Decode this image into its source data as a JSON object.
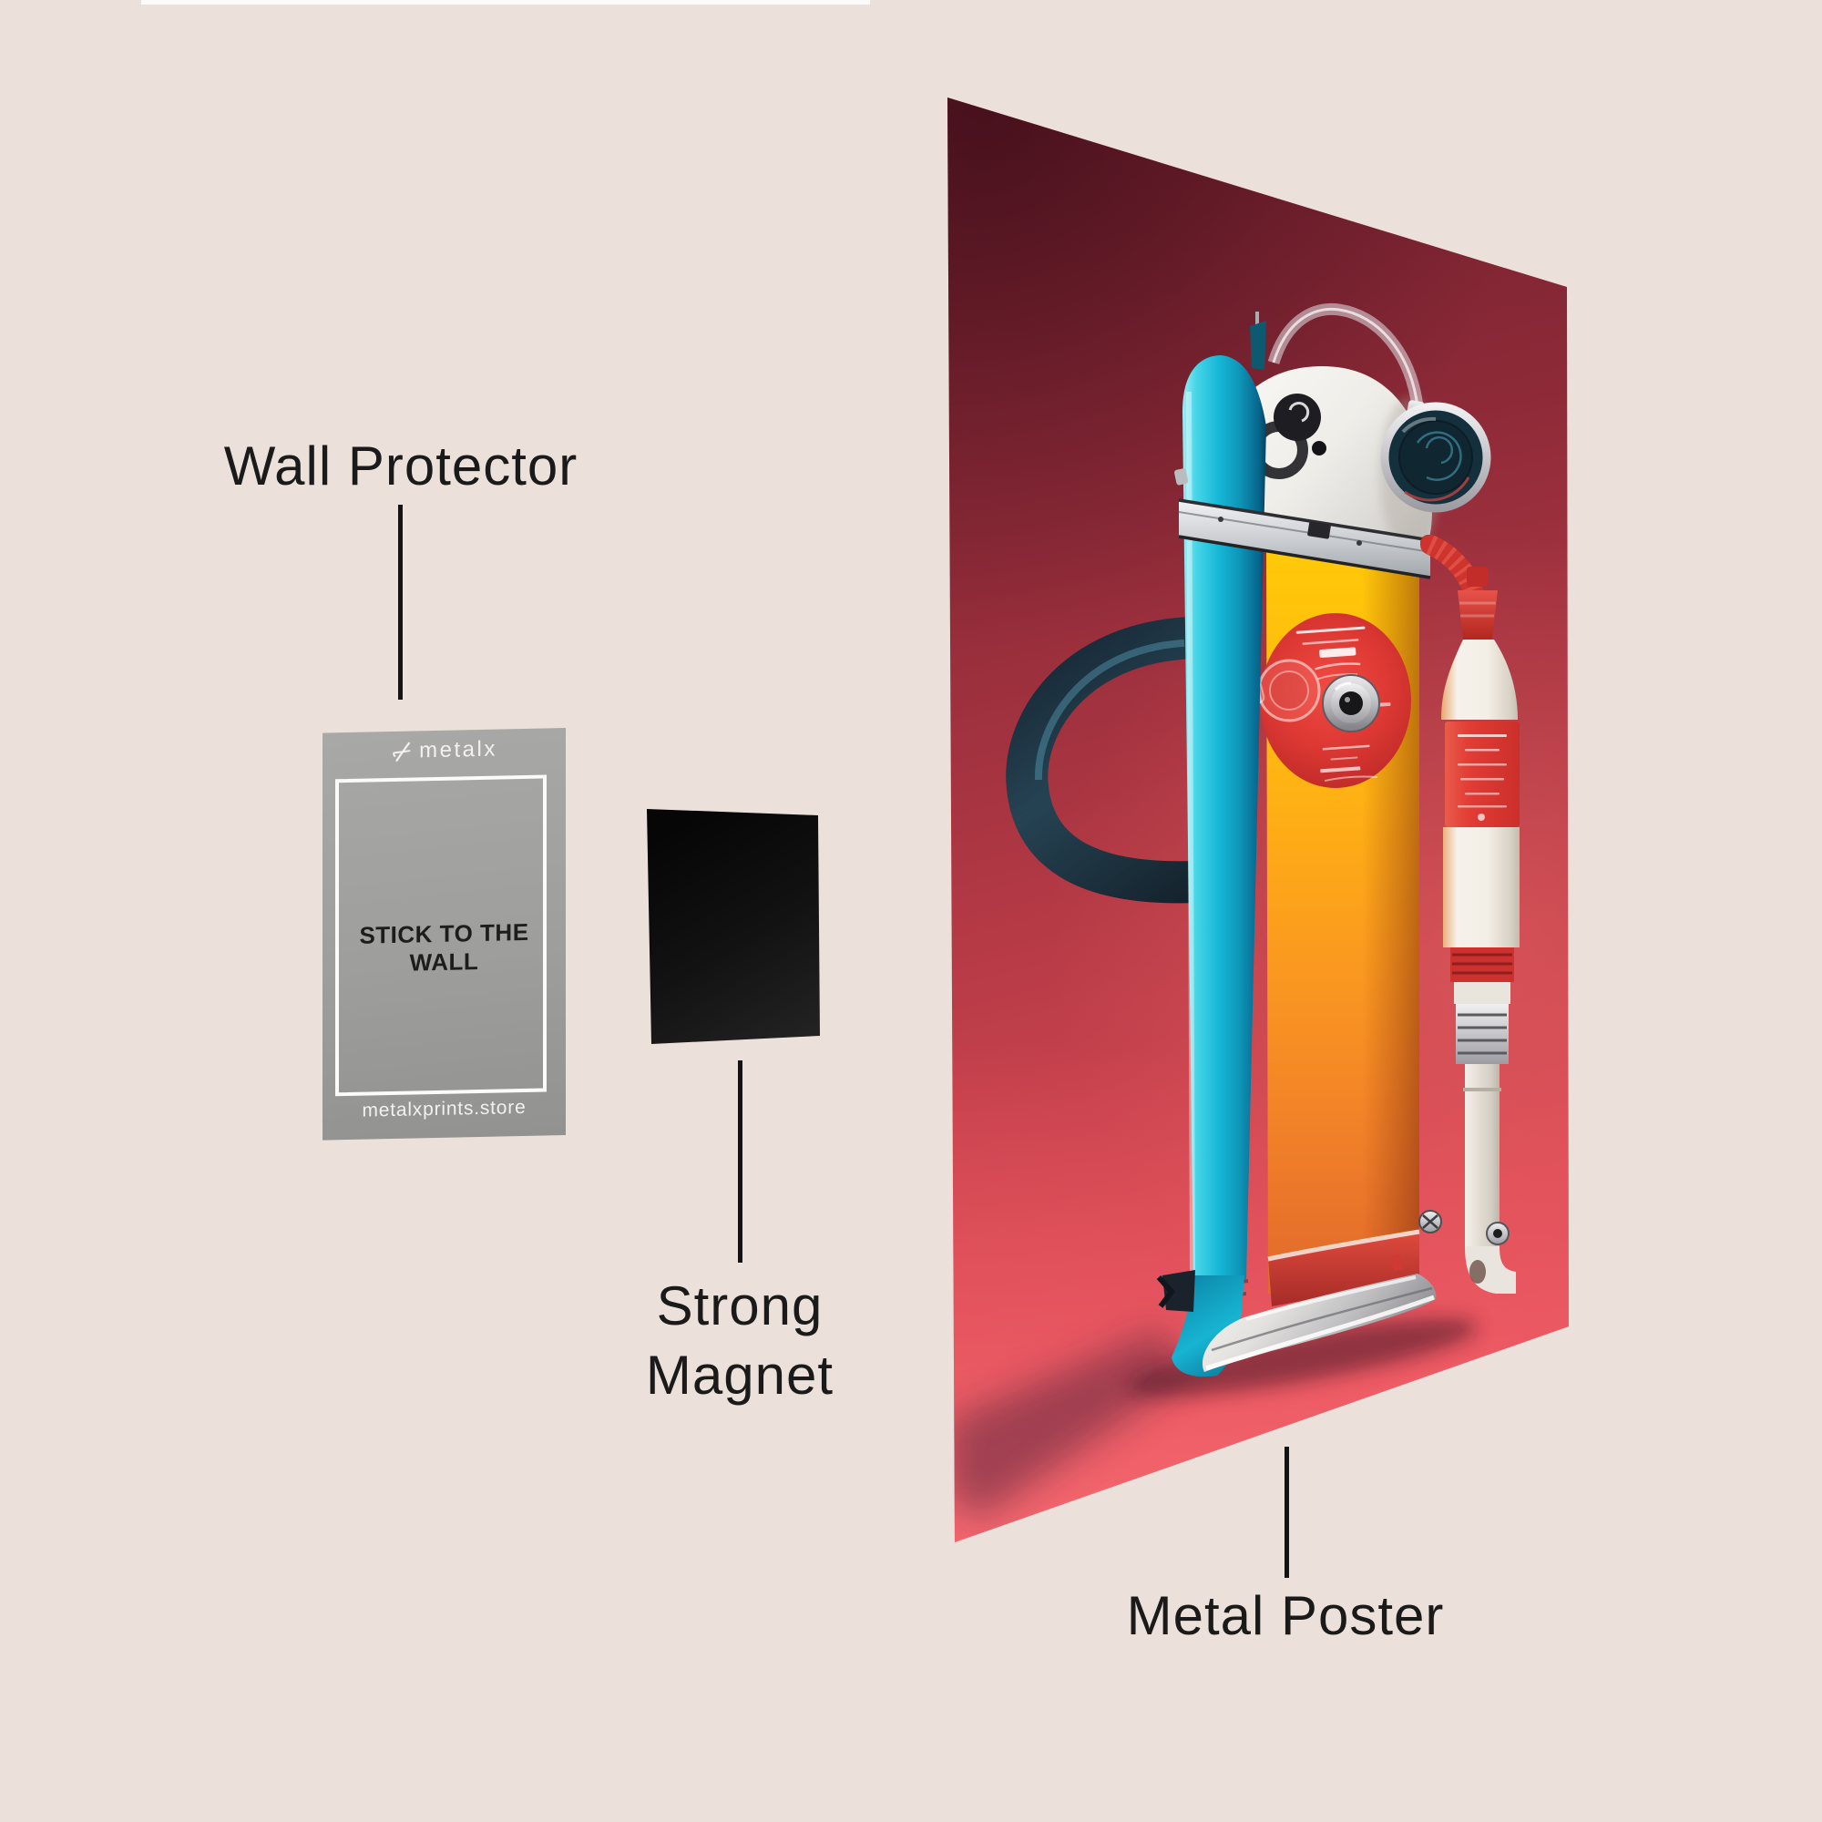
{
  "title": "Metal poster mounting infographic",
  "background_color": "#ece1da",
  "labels": {
    "wall_protector": "Wall Protector",
    "strong_magnet_line1": "Strong",
    "strong_magnet_line2": "Magnet",
    "metal_poster": "Metal Poster",
    "text_color": "#1a1a1a",
    "leader_line_color": "#141414"
  },
  "wall_protector_card": {
    "brand": "metalx",
    "brand_mark": "metalx-slash-icon",
    "center_text": "STICK TO THE WALL",
    "website": "metalxprints.store",
    "card_color": "#9e9e9c",
    "card_text_color": "#f3f1ef"
  },
  "magnet": {
    "color": "#121212"
  },
  "poster": {
    "description": "Red metal poster with retro-futuristic cylinder machine artwork",
    "wall_color_top": "#6e1e2c",
    "wall_color_bottom": "#ee5862",
    "machine": {
      "cylinder_color": "#16b8d8",
      "tank_top_color": "#ffc908",
      "tank_bottom_color": "#e16a2c",
      "panel_color": "#dd3833",
      "dome_color": "#f4f1ec",
      "handle_color": "#16222e",
      "bottle_color": "#f3eee6",
      "bottle_label_color": "#d53731"
    }
  }
}
